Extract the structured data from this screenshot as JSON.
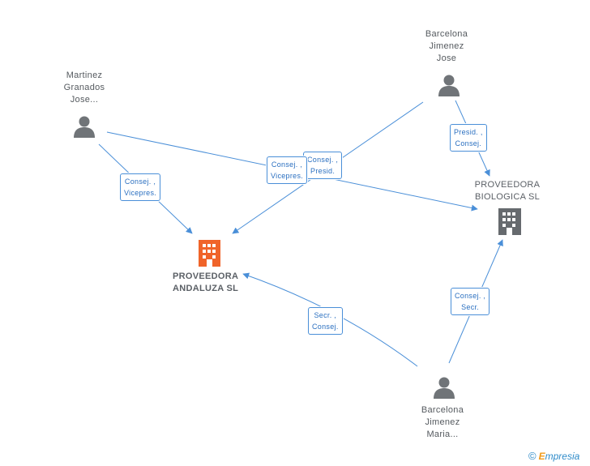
{
  "people": {
    "martinez": {
      "lines": [
        "Martinez",
        "Granados",
        "Jose..."
      ]
    },
    "barcelona_jose": {
      "lines": [
        "Barcelona",
        "Jimenez",
        "Jose"
      ]
    },
    "barcelona_maria": {
      "lines": [
        "Barcelona",
        "Jimenez",
        "Maria..."
      ]
    }
  },
  "companies": {
    "andaluza": {
      "lines": [
        "PROVEEDORA",
        "ANDALUZA SL"
      ],
      "color": "#f0642a"
    },
    "biologica": {
      "lines": [
        "PROVEEDORA",
        "BIOLOGICA SL"
      ],
      "color": "#666a6e"
    }
  },
  "edges": {
    "martinez_andaluza": [
      "Consej. ,",
      "Vicepres."
    ],
    "martinez_biologica": [
      "Consej. ,",
      "Presid."
    ],
    "jose_andaluza": [
      "Consej. ,",
      "Vicepres."
    ],
    "jose_biologica": [
      "Presid. ,",
      "Consej."
    ],
    "maria_andaluza": [
      "Secr. ,",
      "Consej."
    ],
    "maria_biologica": [
      "Consej. ,",
      "Secr."
    ]
  },
  "colors": {
    "edge": "#4a8fd8",
    "person": "#707478",
    "focus_company": "#f0642a",
    "company": "#666a6e"
  },
  "watermark": {
    "symbol": "©",
    "brand_initial": "E",
    "brand_rest": "mpresia"
  }
}
